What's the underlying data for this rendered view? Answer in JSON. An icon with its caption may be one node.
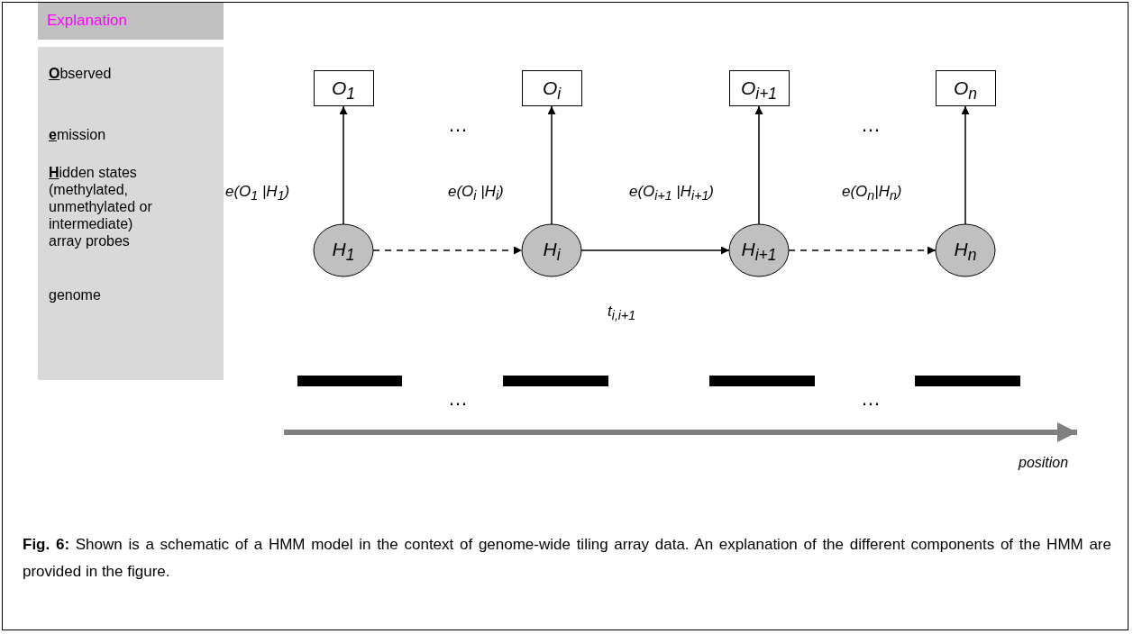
{
  "diagram": {
    "caption": "**Fig. 6:** Shown is a schematic of a HMM model in the context of genome-wide tiling array data. An explanation of the different components of the HMM are provided in the figure.",
    "nodes": [
      {
        "text": [
          "Explanation"
        ]
      },
      {
        "text": [
          "**O**bserved",
          "**e**mission",
          "**H**idden states (methylated, unmethylated or intermediate)",
          "array probes",
          "genome"
        ]
      },
      {
        "text": [
          "O$_{1}$"
        ]
      },
      {
        "text": [
          "O$_{i}$"
        ]
      },
      {
        "text": [
          "O$_{i+1}$"
        ]
      },
      {
        "text": [
          "O$_{n}$"
        ]
      },
      {
        "text": [
          "H$_{1}$"
        ]
      },
      {
        "text": [
          "H$_{i}$"
        ]
      },
      {
        "text": [
          "H$_{i+1}$"
        ]
      },
      {
        "text": [
          "H$_{n}$"
        ]
      }
    ],
    "edges": [
      {
        "from": 6,
        "to": 2,
        "arrow": "to",
        "label": "e(O$_{1}$ |H$_{1}$)"
      },
      {
        "from": 7,
        "to": 3,
        "arrow": "to",
        "label": "e(O$_{i}$ |H$_{i}$)"
      },
      {
        "from": 8,
        "to": 4,
        "arrow": "to",
        "label": "e(O$_{i+1}$ |H$_{i+1}$)"
      },
      {
        "from": 9,
        "to": 5,
        "arrow": "to",
        "label": "e(O$_{n}$|H$_{n}$)"
      },
      {
        "from": 6,
        "to": 7,
        "arrow": "to",
        "style": "dashed"
      },
      {
        "from": 7,
        "to": 8,
        "arrow": "to",
        "label": "t$_{i,i+1}$"
      },
      {
        "from": 8,
        "to": 9,
        "arrow": "to",
        "style": "dashed"
      }
    ],
    "labels": [
      "…",
      "…",
      "…",
      "…",
      "position"
    ]
  }
}
